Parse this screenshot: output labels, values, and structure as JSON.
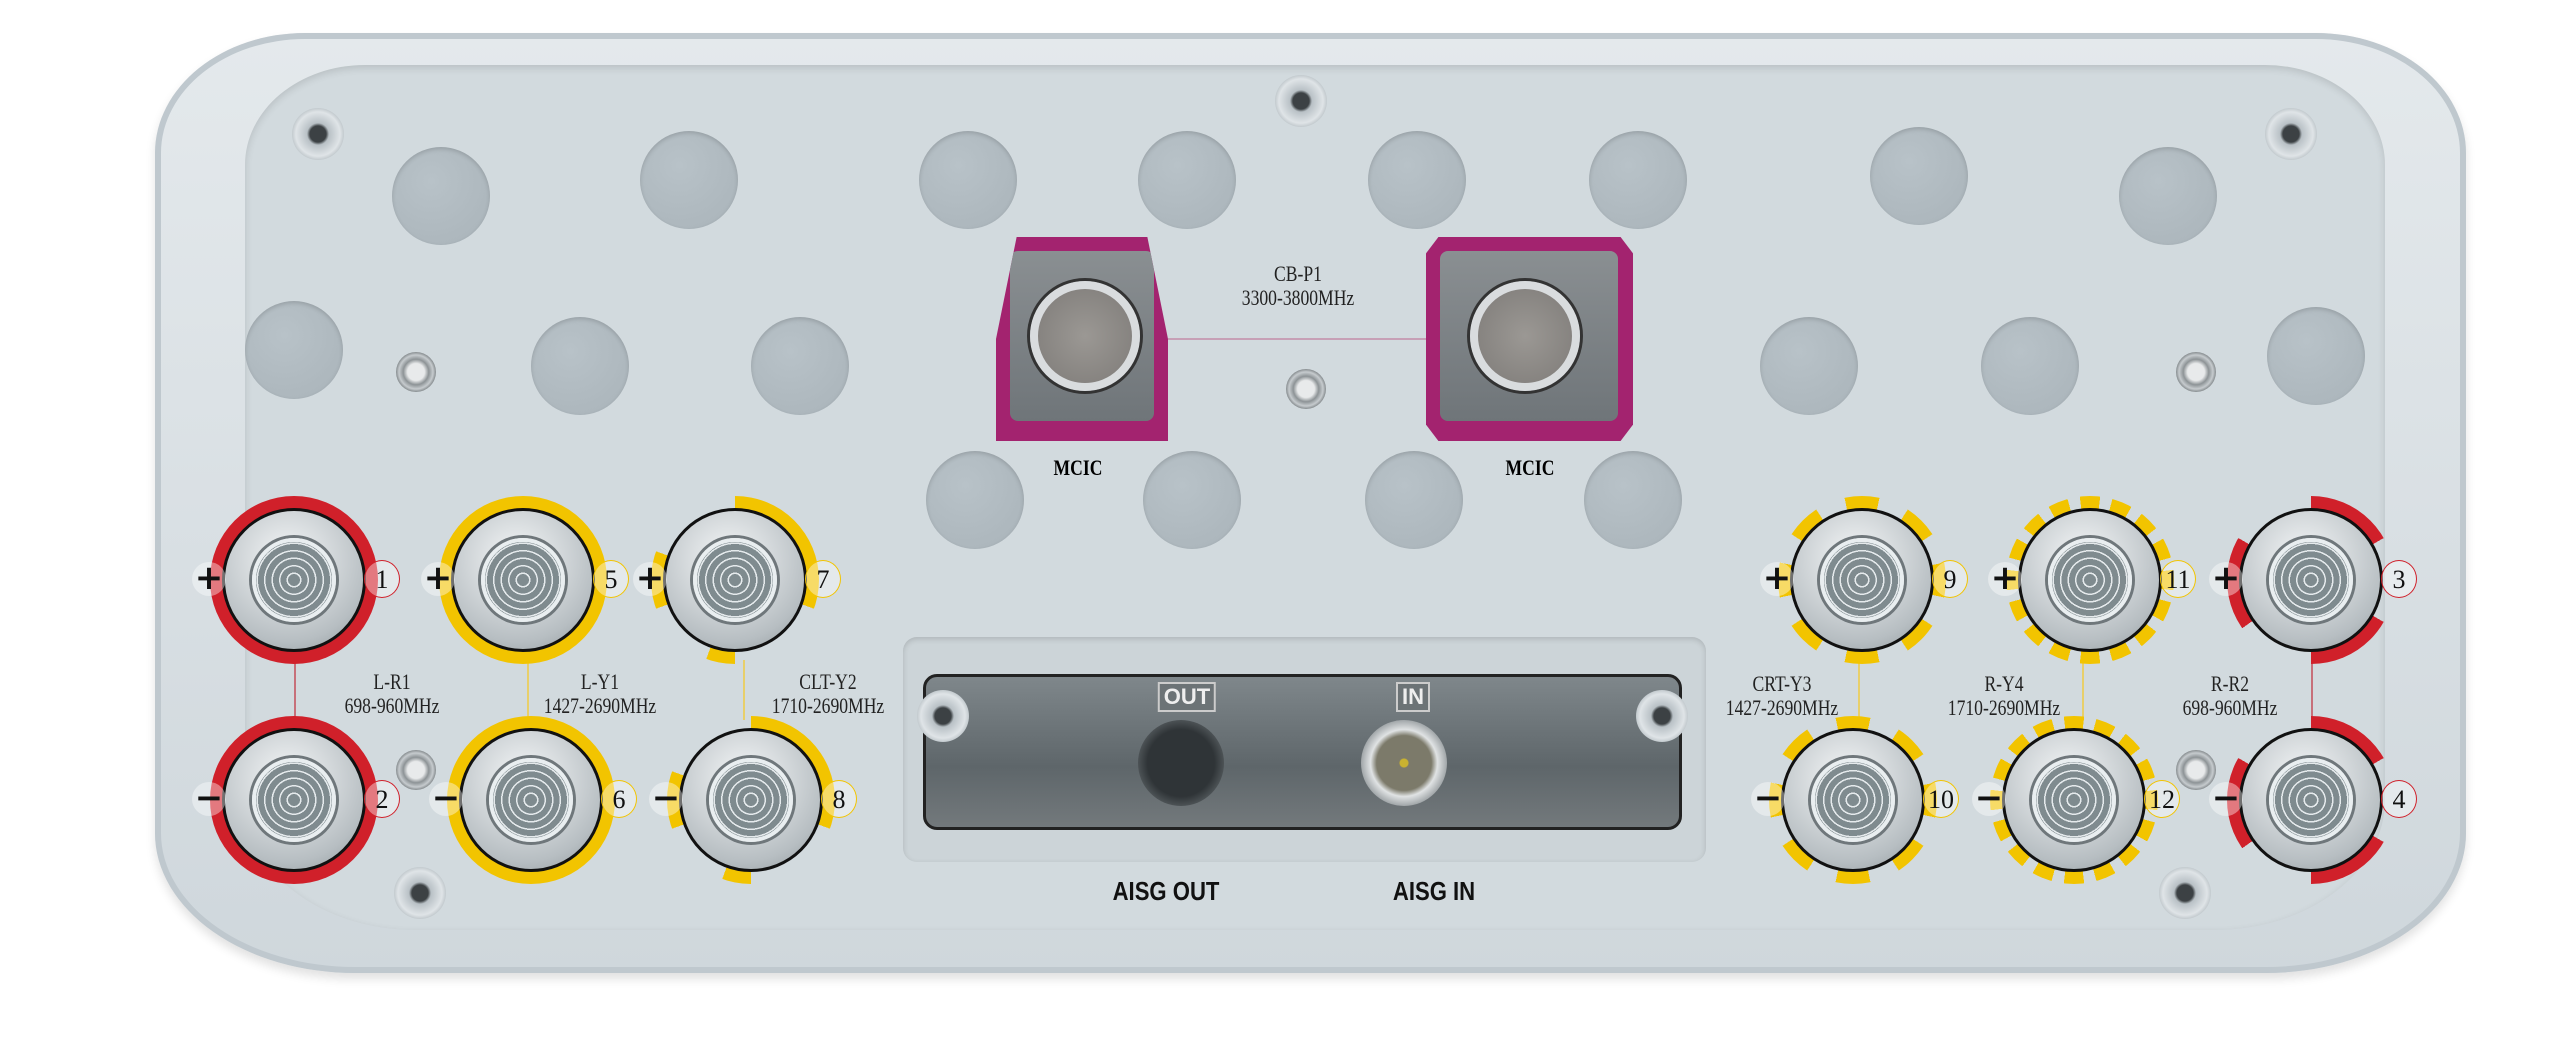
{
  "ports": [
    {
      "number": "1",
      "sign": "+",
      "color": "#d0202a"
    },
    {
      "number": "2",
      "sign": "−",
      "color": "#d0202a"
    },
    {
      "number": "5",
      "sign": "+",
      "color": "#f2c400"
    },
    {
      "number": "6",
      "sign": "−",
      "color": "#f2c400"
    },
    {
      "number": "7",
      "sign": "+",
      "color": "#f2c400"
    },
    {
      "number": "8",
      "sign": "−",
      "color": "#f2c400"
    },
    {
      "number": "9",
      "sign": "+",
      "color": "#f2c400"
    },
    {
      "number": "10",
      "sign": "−",
      "color": "#f2c400"
    },
    {
      "number": "11",
      "sign": "+",
      "color": "#f2c400"
    },
    {
      "number": "12",
      "sign": "−",
      "color": "#f2c400"
    },
    {
      "number": "3",
      "sign": "+",
      "color": "#d0202a"
    },
    {
      "number": "4",
      "sign": "−",
      "color": "#d0202a"
    }
  ],
  "bands": [
    {
      "name": "L-R1",
      "freq": "698-960MHz"
    },
    {
      "name": "L-Y1",
      "freq": "1427-2690MHz"
    },
    {
      "name": "CLT-Y2",
      "freq": "1710-2690MHz"
    },
    {
      "name": "CRT-Y3",
      "freq": "1427-2690MHz"
    },
    {
      "name": "R-Y4",
      "freq": "1710-2690MHz"
    },
    {
      "name": "R-R2",
      "freq": "698-960MHz"
    }
  ],
  "cb": {
    "name": "CB-P1",
    "freq": "3300-3800MHz",
    "left_label": "MCIC",
    "right_label": "MCIC",
    "color": "#a3236f"
  },
  "aisg": {
    "out_tag": "OUT",
    "in_tag": "IN",
    "out_label": "AISG OUT",
    "in_label": "AISG IN"
  }
}
